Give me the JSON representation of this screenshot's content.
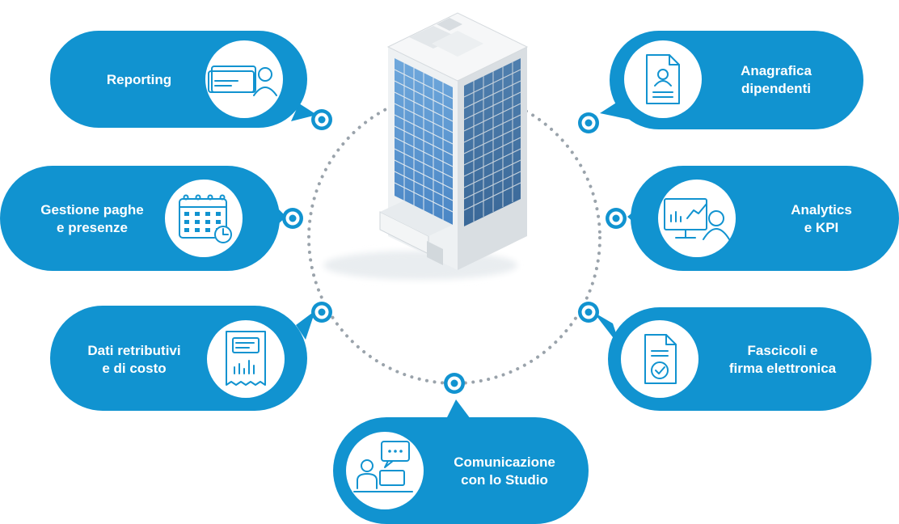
{
  "colors": {
    "accent": "#1193d0",
    "accent_light": "#38b0e4",
    "background": "#ffffff",
    "building_glass": "#5b9bd5",
    "building_frame": "#e8ecef"
  },
  "hub": {
    "icon": "office-building"
  },
  "features": [
    {
      "id": "reporting",
      "lines": [
        "Reporting"
      ],
      "icon": "reporting-icon"
    },
    {
      "id": "anagrafica",
      "lines": [
        "Anagrafica",
        "dipendenti"
      ],
      "icon": "employee-record-icon"
    },
    {
      "id": "paghe",
      "lines": [
        "Gestione paghe",
        "e presenze"
      ],
      "icon": "calendar-clock-icon"
    },
    {
      "id": "analytics",
      "lines": [
        "Analytics",
        "e KPI"
      ],
      "icon": "analytics-presentation-icon"
    },
    {
      "id": "retributivi",
      "lines": [
        "Dati retributivi",
        "e di costo"
      ],
      "icon": "payroll-chart-document-icon"
    },
    {
      "id": "fascicoli",
      "lines": [
        "Fascicoli e",
        "firma elettronica"
      ],
      "icon": "signed-document-icon"
    },
    {
      "id": "comunicazione",
      "lines": [
        "Comunicazione",
        "con lo Studio"
      ],
      "icon": "chat-workstation-icon"
    }
  ]
}
